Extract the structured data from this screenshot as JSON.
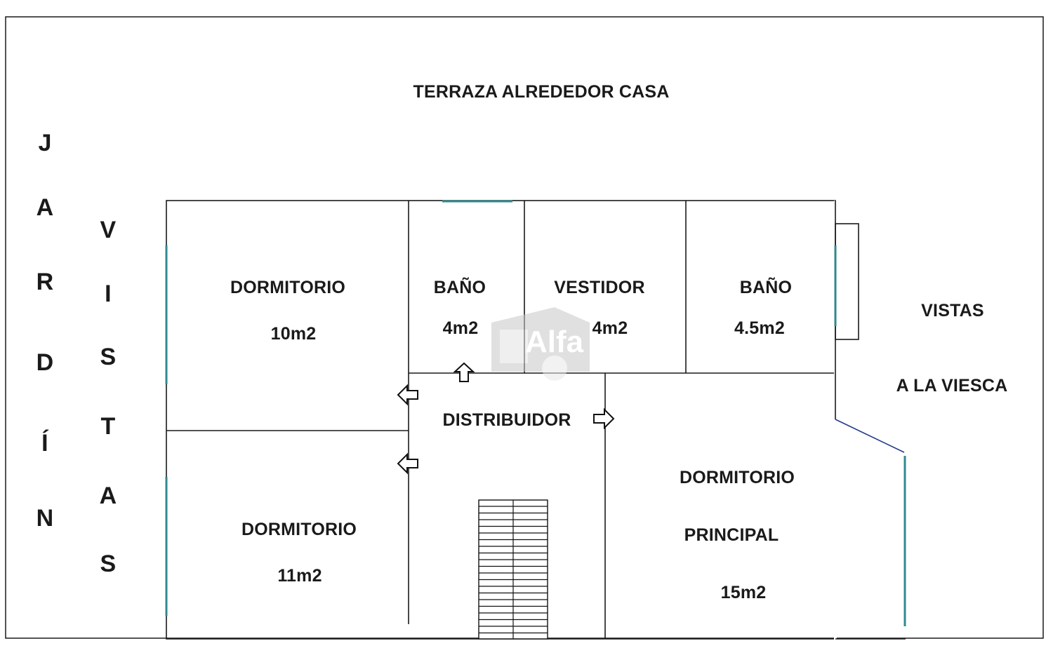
{
  "terrace": {
    "label": "TERRAZA ALREDEDOR CASA"
  },
  "garden": {
    "letters": [
      "J",
      "A",
      "R",
      "D",
      "Í",
      "N"
    ]
  },
  "views_left": {
    "letters": [
      "V",
      "I",
      "S",
      "T",
      "A",
      "S"
    ]
  },
  "views_right": {
    "line1": "VISTAS",
    "line2": "A LA VIESCA"
  },
  "rooms": {
    "bedroom_top_left": {
      "name": "DORMITORIO",
      "area": "10m2"
    },
    "bathroom_1": {
      "name": "BAÑO",
      "area": "4m2"
    },
    "closet": {
      "name": "VESTIDOR",
      "area": "4m2"
    },
    "bathroom_2": {
      "name": "BAÑO",
      "area": "4.5m2"
    },
    "hall": {
      "name": "DISTRIBUIDOR"
    },
    "bedroom_bottom_left": {
      "name": "DORMITORIO",
      "area": "11m2"
    },
    "master_bedroom": {
      "name": "DORMITORIO",
      "name2": "PRINCIPAL",
      "area": "15m2"
    }
  },
  "watermark": {
    "text": "Alfa"
  },
  "colors": {
    "wall": "#1a1a1a",
    "window": "#2f8a8f",
    "watermark": "#9e9e9e"
  }
}
